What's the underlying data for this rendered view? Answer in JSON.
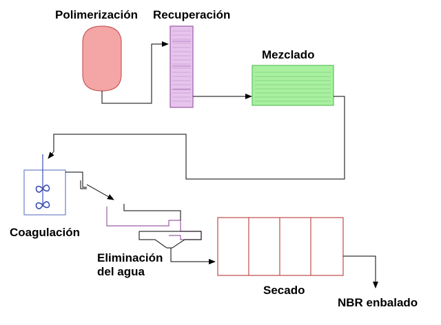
{
  "labels": {
    "polymerization": "Polimerización",
    "recovery": "Recuperación",
    "mixing": "Mezclado",
    "coagulation": "Coagulación",
    "water_removal_line1": "Eliminación",
    "water_removal_line2": "del agua",
    "drying": "Secado",
    "product": "NBR enbalado"
  },
  "colors": {
    "reactor_fill": "#f4a6a6",
    "reactor_stroke": "#c85a5a",
    "recovery_fill": "#e6c4ec",
    "recovery_stroke": "#9b5aa6",
    "mixer_fill": "#a8f0a0",
    "mixer_stroke": "#5cc05a",
    "coagulator_stroke": "#6f7fc9",
    "agitator_color": "#3c4fb3",
    "screen_stroke": "#9b5aa6",
    "dryer_stroke": "#c04848",
    "line_color": "#000000"
  }
}
